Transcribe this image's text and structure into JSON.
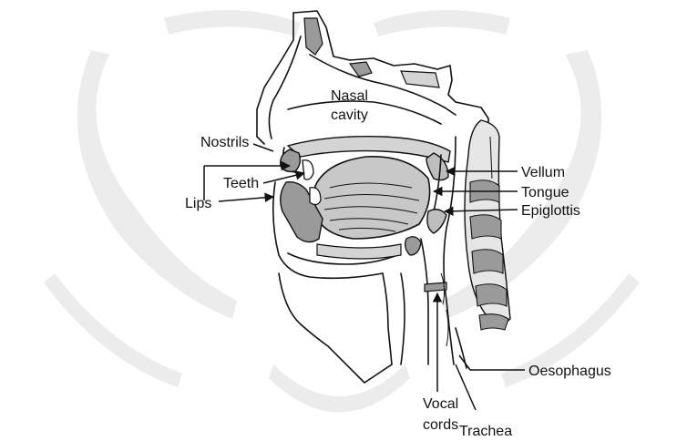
{
  "labels": {
    "nasal_cavity_line1": "Nasal",
    "nasal_cavity_line2": "cavity",
    "nostrils": "Nostrils",
    "teeth": "Teeth",
    "lips": "Lips",
    "vellum": "Vellum",
    "tongue": "Tongue",
    "epiglottis": "Epiglottis",
    "oesophagus": "Oesophagus",
    "vocal_cords_line1": "Vocal",
    "vocal_cords_line2": "cords",
    "trachea": "Trachea"
  },
  "colors": {
    "line": "#111111",
    "tissue_gray": "#9a9a9a",
    "tissue_light": "#d4d4d4",
    "bone_light": "#e6e6e6",
    "watermark": "#ececec"
  }
}
